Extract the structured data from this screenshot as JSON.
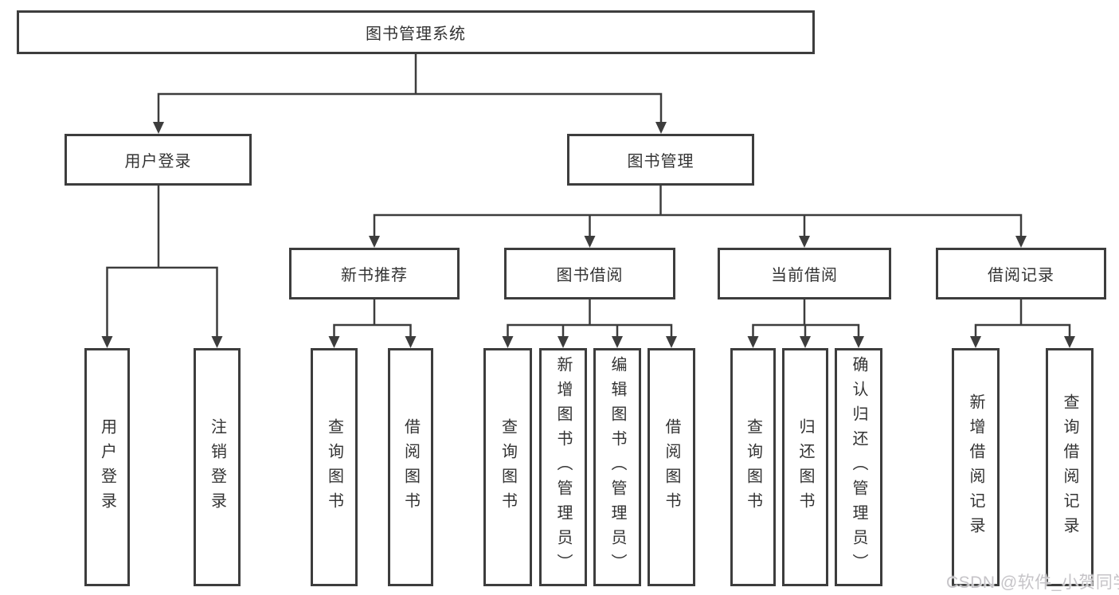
{
  "diagram_title": "图书管理系统",
  "tree": {
    "root": {
      "label": "图书管理系统"
    },
    "branches": [
      {
        "label": "用户登录",
        "leaves": [
          "用户登录",
          "注销登录"
        ]
      },
      {
        "label": "图书管理",
        "children": [
          {
            "label": "新书推荐",
            "leaves": [
              "查询图书",
              "借阅图书"
            ]
          },
          {
            "label": "图书借阅",
            "leaves": [
              "查询图书",
              "新增图书（管理员）",
              "编辑图书（管理员）",
              "借阅图书"
            ]
          },
          {
            "label": "当前借阅",
            "leaves": [
              "查询图书",
              "归还图书",
              "确认归还（管理员）"
            ]
          },
          {
            "label": "借阅记录",
            "leaves": [
              "新增借阅记录",
              "查询借阅记录"
            ]
          }
        ]
      }
    ]
  },
  "watermark": {
    "text": "CSDN @软件_小贺同学",
    "color": "#c6c4c8"
  },
  "colors": {
    "line": "#3d3d3d",
    "box_border": "#3d3d3d",
    "text": "#333333",
    "background": "#ffffff"
  }
}
